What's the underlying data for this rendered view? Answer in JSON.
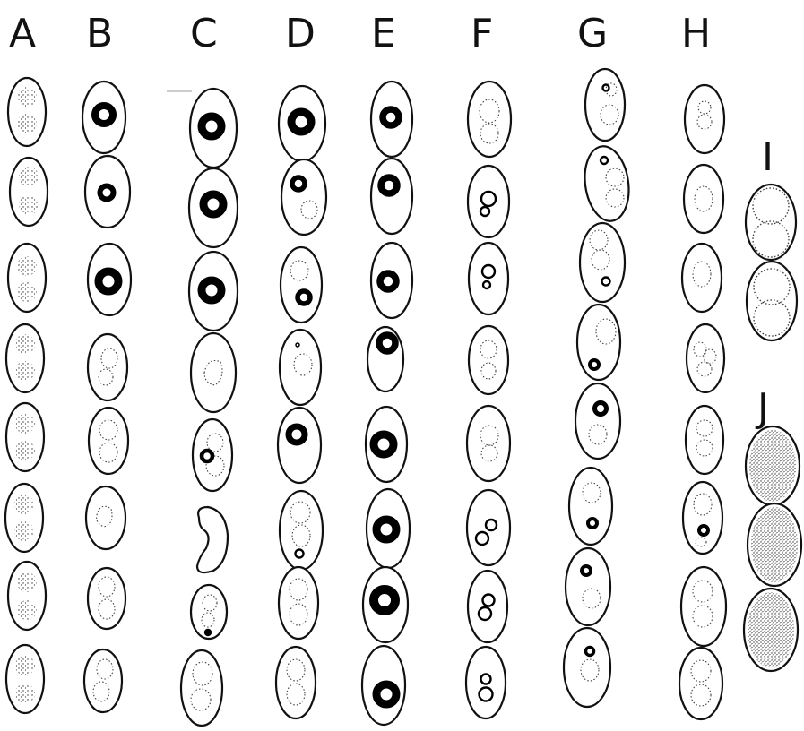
{
  "columns": [
    {
      "id": "A",
      "label": "A"
    },
    {
      "id": "B",
      "label": "B"
    },
    {
      "id": "C",
      "label": "C"
    },
    {
      "id": "D",
      "label": "D"
    },
    {
      "id": "E",
      "label": "E"
    },
    {
      "id": "F",
      "label": "F"
    },
    {
      "id": "G",
      "label": "G"
    },
    {
      "id": "H",
      "label": "H"
    },
    {
      "id": "I",
      "label": "I"
    },
    {
      "id": "J",
      "label": "J"
    }
  ]
}
